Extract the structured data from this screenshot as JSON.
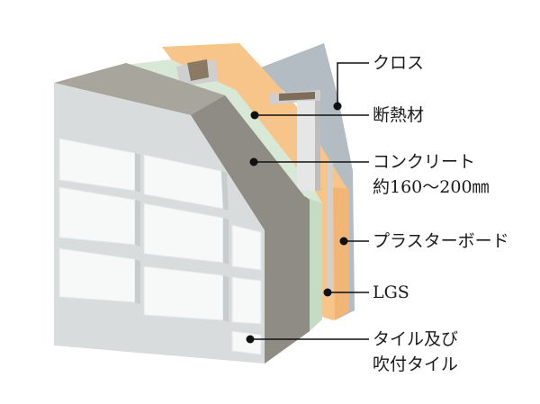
{
  "labels": {
    "cross": "クロス",
    "insulation": "断熱材",
    "concrete": "コンクリート",
    "concrete_thickness": "約160〜200㎜",
    "plasterboard": "プラスターボード",
    "lgs": "LGS",
    "tile_line1": "タイル及び",
    "tile_line2": "吹付タイル"
  },
  "colors": {
    "cross": "#b3bcc3",
    "plasterboard": "#f7c48a",
    "insulation": "#d8e8d6",
    "concrete_side": "#8e8c84",
    "concrete_top": "#a7a59c",
    "tile_face": "#d9dcdc",
    "tile": "#f7f8f8",
    "lgs": "#e2e2e2",
    "leader": "#111111"
  }
}
